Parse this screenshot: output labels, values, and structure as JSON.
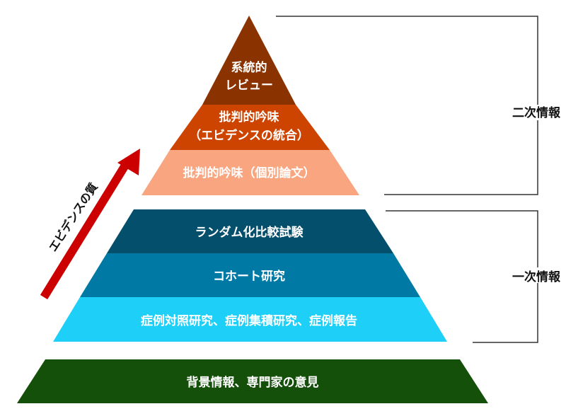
{
  "secondary": {
    "label": "二次情報",
    "layers": [
      {
        "line1": "系統的",
        "line2": "レビュー",
        "color": "#8b3300"
      },
      {
        "line1": "批判的吟味",
        "line2": "（エビデンスの統合）",
        "color": "#cc4400"
      },
      {
        "line1": "批判的吟味（個別論文）",
        "color": "#f9a57f"
      }
    ]
  },
  "primary": {
    "label": "一次情報",
    "layers": [
      {
        "line1": "ランダム化比較試験",
        "color": "#034f6c"
      },
      {
        "line1": "コホート研究",
        "color": "#0079a5"
      },
      {
        "line1": "症例対照研究、症例集積研究、症例報告",
        "color": "#1ecff7"
      }
    ]
  },
  "base": {
    "line1": "背景情報、専門家の意見",
    "color": "#145009"
  },
  "arrow": {
    "label": "エビデンスの質",
    "color": "#cc0000"
  }
}
